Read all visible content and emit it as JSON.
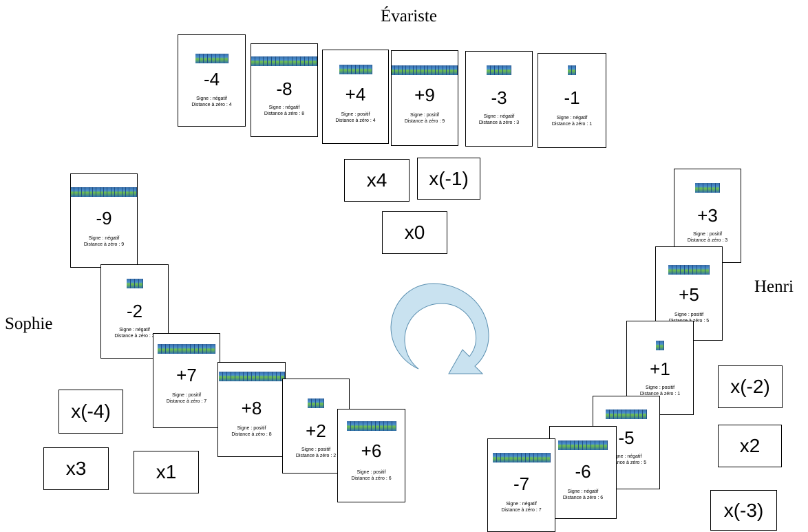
{
  "players": {
    "top": "Évariste",
    "left": "Sophie",
    "right": "Henri"
  },
  "cards": {
    "c1": {
      "value": "-4",
      "sign": "Signe : négatif",
      "distance": "Distance à zéro : 4"
    },
    "c2": {
      "value": "-8",
      "sign": "Signe : négatif",
      "distance": "Distance à zéro : 8"
    },
    "c3": {
      "value": "+4",
      "sign": "Signe : positif",
      "distance": "Distance à zéro : 4"
    },
    "c4": {
      "value": "+9",
      "sign": "Signe : positif",
      "distance": "Distance à zéro : 9"
    },
    "c5": {
      "value": "-3",
      "sign": "Signe : négatif",
      "distance": "Distance à zéro : 3"
    },
    "c6": {
      "value": "-1",
      "sign": "Signe : négatif",
      "distance": "Distance à zéro : 1"
    },
    "c7": {
      "value": "-9",
      "sign": "Signe : négatif",
      "distance": "Distance à zéro : 9"
    },
    "c8": {
      "value": "-2",
      "sign": "Signe : négatif",
      "distance": "Distance à zéro : 2"
    },
    "c9": {
      "value": "+7",
      "sign": "Signe : positif",
      "distance": "Distance à zéro : 7"
    },
    "c10": {
      "value": "+8",
      "sign": "Signe : positif",
      "distance": "Distance à zéro : 8"
    },
    "c11": {
      "value": "+2",
      "sign": "Signe : positif",
      "distance": "Distance à zéro : 2"
    },
    "c12": {
      "value": "+6",
      "sign": "Signe : positif",
      "distance": "Distance à zéro : 6"
    },
    "c13": {
      "value": "+3",
      "sign": "Signe : positif",
      "distance": "Distance à zéro : 3"
    },
    "c14": {
      "value": "+5",
      "sign": "Signe : positif",
      "distance": "Distance à zéro : 5"
    },
    "c15": {
      "value": "+1",
      "sign": "Signe : positif",
      "distance": "Distance à zéro : 1"
    },
    "c16": {
      "value": "-5",
      "sign": "Signe : négatif",
      "distance": "Distance à zéro : 5"
    },
    "c17": {
      "value": "-6",
      "sign": "Signe : négatif",
      "distance": "Distance à zéro : 6"
    },
    "c18": {
      "value": "-7",
      "sign": "Signe : négatif",
      "distance": "Distance à zéro : 7"
    }
  },
  "multipliers": {
    "m1": "x4",
    "m2": "x(-1)",
    "m3": "x0",
    "m4": "x(-4)",
    "m5": "x3",
    "m6": "x1",
    "m7": "x(-2)",
    "m8": "x2",
    "m9": "x(-3)"
  },
  "turn_indicator": {
    "icon": "rotate-clockwise-icon",
    "color": "#c9e2f0"
  }
}
